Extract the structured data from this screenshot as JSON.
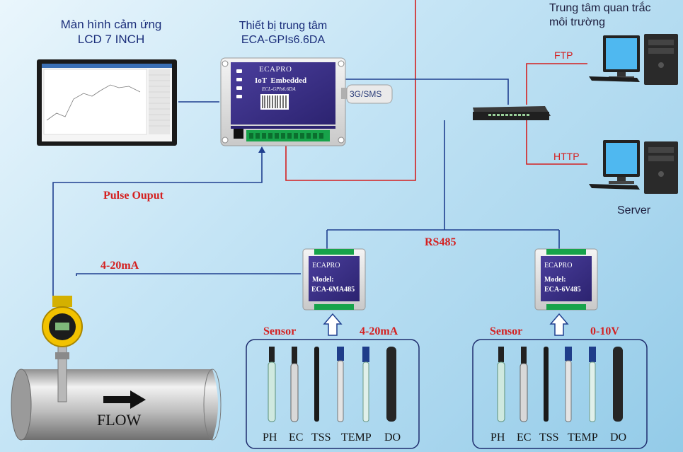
{
  "lcd": {
    "title_line1": "Màn hình cảm ứng",
    "title_line2": "LCD 7 INCH"
  },
  "hub": {
    "title_line1": "Thiết bị trung tâm",
    "title_line2": "ECA-GPIs6.6DA",
    "brand": "ECAPRO",
    "label": "IoT  Embedded",
    "model": "ECL-GPIs6.6DA"
  },
  "modem": {
    "label": "3G/SMS"
  },
  "monitor_center": {
    "title_line1": "Trung tâm quan trắc",
    "title_line2": "môi trường"
  },
  "links": {
    "ftp": "FTP",
    "http": "HTTP",
    "pulse": "Pulse Ouput",
    "current": "4-20mA",
    "rs485": "RS485"
  },
  "server": {
    "label": "Server"
  },
  "module_left": {
    "brand": "ECAPRO",
    "model_label": "Model:",
    "model": "ECA-6MA485"
  },
  "module_right": {
    "brand": "ECAPRO",
    "model_label": "Model:",
    "model": "ECA-6V485"
  },
  "sensor_group_left": {
    "title": "Sensor",
    "signal": "4-20mA",
    "sensors": [
      "PH",
      "EC",
      "TSS",
      "TEMP",
      "DO"
    ]
  },
  "sensor_group_right": {
    "title": "Sensor",
    "signal": "0-10V",
    "sensors": [
      "PH",
      "EC",
      "TSS",
      "TEMP",
      "DO"
    ]
  },
  "flow": {
    "label": "FLOW"
  },
  "colors": {
    "line_blue": "#1f3f8f",
    "line_red": "#d32020",
    "label_red": "#d42020",
    "module_purple": "#3a2f86"
  }
}
